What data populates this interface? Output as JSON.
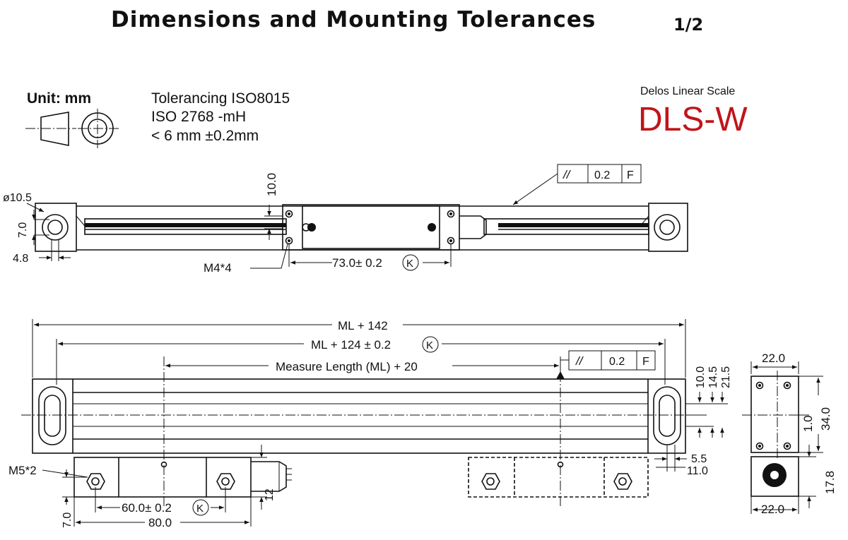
{
  "title": "Dimensions and Mounting Tolerances",
  "page": "1/2",
  "unit": "Unit: mm",
  "tolerancing": [
    "Tolerancing ISO8015",
    "ISO 2768 -mH",
    "< 6 mm ±0.2mm"
  ],
  "brand": {
    "subtitle": "Delos Linear Scale",
    "model": "DLS-W",
    "color": "#c0151a"
  },
  "icons": [
    "projection-symbol-icon"
  ],
  "top_view": {
    "dia": "ø10.5",
    "dim_7": "7.0",
    "dim_4_8": "4.8",
    "dim_10": "10.0",
    "screws": "M4*4",
    "spacing": "73.0± 0.2",
    "k": "K",
    "parallel": {
      "symbol": "//",
      "value": "0.2",
      "datum": "F"
    }
  },
  "front_view": {
    "overall": "ML + 142",
    "mount": "ML + 124  ± 0.2",
    "k": "K",
    "measure": "Measure Length (ML)  +  20",
    "parallel": {
      "symbol": "//",
      "value": "0.2",
      "datum": "F"
    },
    "right_dims": [
      "10.0",
      "14.5",
      "21.5"
    ],
    "bottom_dims": [
      "5.5",
      "11.0"
    ],
    "screws": "M5*2",
    "reader_pitch": "60.0± 0.2",
    "reader_k": "K",
    "reader_len": "80.0",
    "dim_7": "7.0",
    "dim_12": "12"
  },
  "side_view": {
    "top_width": "22.0",
    "bottom_width": "22.0",
    "height": "34.0",
    "offset": "1.0",
    "base_height": "17.8"
  }
}
